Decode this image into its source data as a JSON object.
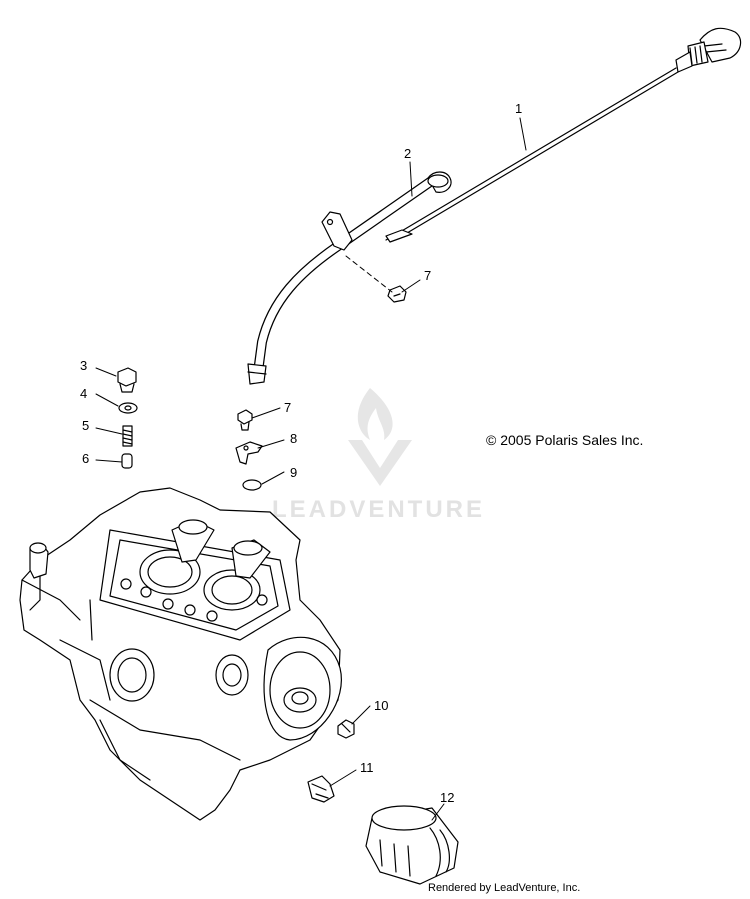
{
  "callouts": [
    {
      "id": "1",
      "label": "1"
    },
    {
      "id": "2",
      "label": "2"
    },
    {
      "id": "7a",
      "label": "7"
    },
    {
      "id": "3",
      "label": "3"
    },
    {
      "id": "4",
      "label": "4"
    },
    {
      "id": "5",
      "label": "5"
    },
    {
      "id": "6",
      "label": "6"
    },
    {
      "id": "7b",
      "label": "7"
    },
    {
      "id": "8",
      "label": "8"
    },
    {
      "id": "9",
      "label": "9"
    },
    {
      "id": "10",
      "label": "10"
    },
    {
      "id": "11",
      "label": "11"
    },
    {
      "id": "12",
      "label": "12"
    }
  ],
  "copyright": "© 2005 Polaris Sales Inc.",
  "watermark": "LEADVENTURE",
  "footer": "Rendered by LeadVenture, Inc.",
  "colors": {
    "line": "#000000",
    "watermark": "#e2e2e2",
    "background": "#ffffff"
  }
}
